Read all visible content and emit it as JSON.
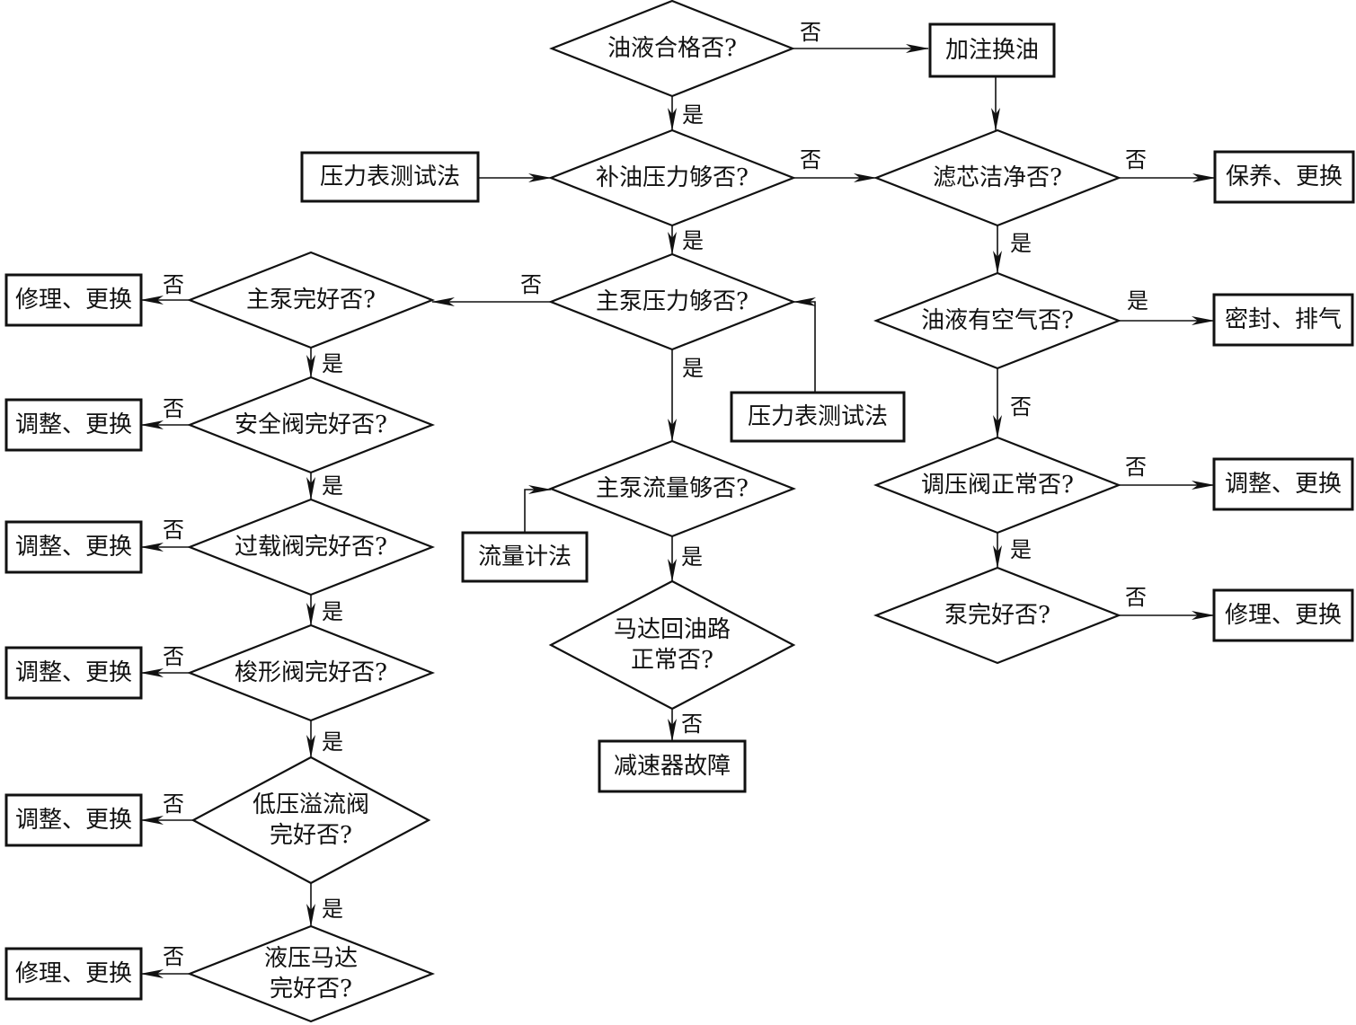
{
  "nodes": [
    {
      "id": "q_oil",
      "shape": "diamond",
      "lines": [
        "油液合格否?"
      ]
    },
    {
      "id": "a_refill",
      "shape": "rect",
      "lines": [
        "加注换油"
      ]
    },
    {
      "id": "a_gauge1",
      "shape": "rect",
      "lines": [
        "压力表测试法"
      ]
    },
    {
      "id": "q_charge",
      "shape": "diamond",
      "lines": [
        "补油压力够否?"
      ]
    },
    {
      "id": "q_filter",
      "shape": "diamond",
      "lines": [
        "滤芯洁净否?"
      ]
    },
    {
      "id": "a_maintain",
      "shape": "rect",
      "lines": [
        "保养、更换"
      ]
    },
    {
      "id": "q_mainpres",
      "shape": "diamond",
      "lines": [
        "主泵压力够否?"
      ]
    },
    {
      "id": "q_mainpump",
      "shape": "diamond",
      "lines": [
        "主泵完好否?"
      ]
    },
    {
      "id": "a_repair1",
      "shape": "rect",
      "lines": [
        "修理、更换"
      ]
    },
    {
      "id": "q_air",
      "shape": "diamond",
      "lines": [
        "油液有空气否?"
      ]
    },
    {
      "id": "a_seal",
      "shape": "rect",
      "lines": [
        "密封、排气"
      ]
    },
    {
      "id": "q_safety",
      "shape": "diamond",
      "lines": [
        "安全阀完好否?"
      ]
    },
    {
      "id": "a_adjust1",
      "shape": "rect",
      "lines": [
        "调整、更换"
      ]
    },
    {
      "id": "a_gauge2",
      "shape": "rect",
      "lines": [
        "压力表测试法"
      ]
    },
    {
      "id": "q_flow",
      "shape": "diamond",
      "lines": [
        "主泵流量够否?"
      ]
    },
    {
      "id": "a_flowmeter",
      "shape": "rect",
      "lines": [
        "流量计法"
      ]
    },
    {
      "id": "q_regulator",
      "shape": "diamond",
      "lines": [
        "调压阀正常否?"
      ]
    },
    {
      "id": "a_adjust2",
      "shape": "rect",
      "lines": [
        "调整、更换"
      ]
    },
    {
      "id": "q_overload",
      "shape": "diamond",
      "lines": [
        "过载阀完好否?"
      ]
    },
    {
      "id": "a_adjust3",
      "shape": "rect",
      "lines": [
        "调整、更换"
      ]
    },
    {
      "id": "q_pump",
      "shape": "diamond",
      "lines": [
        "泵完好否?"
      ]
    },
    {
      "id": "a_repair2",
      "shape": "rect",
      "lines": [
        "修理、更换"
      ]
    },
    {
      "id": "q_return",
      "shape": "diamond",
      "lines": [
        "马达回油路",
        "正常否?"
      ]
    },
    {
      "id": "q_shuttle",
      "shape": "diamond",
      "lines": [
        "梭形阀完好否?"
      ]
    },
    {
      "id": "a_adjust4",
      "shape": "rect",
      "lines": [
        "调整、更换"
      ]
    },
    {
      "id": "a_reducer",
      "shape": "rect",
      "lines": [
        "减速器故障"
      ]
    },
    {
      "id": "q_lowrelief",
      "shape": "diamond",
      "lines": [
        "低压溢流阀",
        "完好否?"
      ]
    },
    {
      "id": "a_adjust5",
      "shape": "rect",
      "lines": [
        "调整、更换"
      ]
    },
    {
      "id": "q_motor",
      "shape": "diamond",
      "lines": [
        "液压马达",
        "完好否?"
      ]
    },
    {
      "id": "a_repair3",
      "shape": "rect",
      "lines": [
        "修理、更换"
      ]
    }
  ],
  "edges": [
    {
      "from": "q_oil",
      "to": "a_refill",
      "label": "否"
    },
    {
      "from": "q_oil",
      "to": "q_charge",
      "label": "是"
    },
    {
      "from": "a_refill",
      "to": "q_filter",
      "label": ""
    },
    {
      "from": "a_gauge1",
      "to": "q_charge",
      "label": ""
    },
    {
      "from": "q_charge",
      "to": "q_filter",
      "label": "否"
    },
    {
      "from": "q_charge",
      "to": "q_mainpres",
      "label": "是"
    },
    {
      "from": "q_filter",
      "to": "a_maintain",
      "label": "否"
    },
    {
      "from": "q_filter",
      "to": "q_air",
      "label": "是"
    },
    {
      "from": "q_mainpres",
      "to": "q_mainpump",
      "label": "否"
    },
    {
      "from": "q_mainpres",
      "to": "q_flow",
      "label": "是"
    },
    {
      "from": "a_gauge2",
      "to": "q_mainpres",
      "label": ""
    },
    {
      "from": "q_mainpump",
      "to": "a_repair1",
      "label": "否"
    },
    {
      "from": "q_mainpump",
      "to": "q_safety",
      "label": "是"
    },
    {
      "from": "q_air",
      "to": "a_seal",
      "label": "是"
    },
    {
      "from": "q_air",
      "to": "q_regulator",
      "label": "否"
    },
    {
      "from": "q_safety",
      "to": "a_adjust1",
      "label": "否"
    },
    {
      "from": "q_safety",
      "to": "q_overload",
      "label": "是"
    },
    {
      "from": "a_flowmeter",
      "to": "q_flow",
      "label": ""
    },
    {
      "from": "q_flow",
      "to": "q_return",
      "label": "是"
    },
    {
      "from": "q_regulator",
      "to": "a_adjust2",
      "label": "否"
    },
    {
      "from": "q_regulator",
      "to": "q_pump",
      "label": "是"
    },
    {
      "from": "q_overload",
      "to": "a_adjust3",
      "label": "否"
    },
    {
      "from": "q_overload",
      "to": "q_shuttle",
      "label": "是"
    },
    {
      "from": "q_pump",
      "to": "a_repair2",
      "label": "否"
    },
    {
      "from": "q_return",
      "to": "a_reducer",
      "label": "否"
    },
    {
      "from": "q_shuttle",
      "to": "a_adjust4",
      "label": "否"
    },
    {
      "from": "q_shuttle",
      "to": "q_lowrelief",
      "label": "是"
    },
    {
      "from": "q_lowrelief",
      "to": "a_adjust5",
      "label": "否"
    },
    {
      "from": "q_lowrelief",
      "to": "q_motor",
      "label": "是"
    },
    {
      "from": "q_motor",
      "to": "a_repair3",
      "label": "否"
    }
  ]
}
